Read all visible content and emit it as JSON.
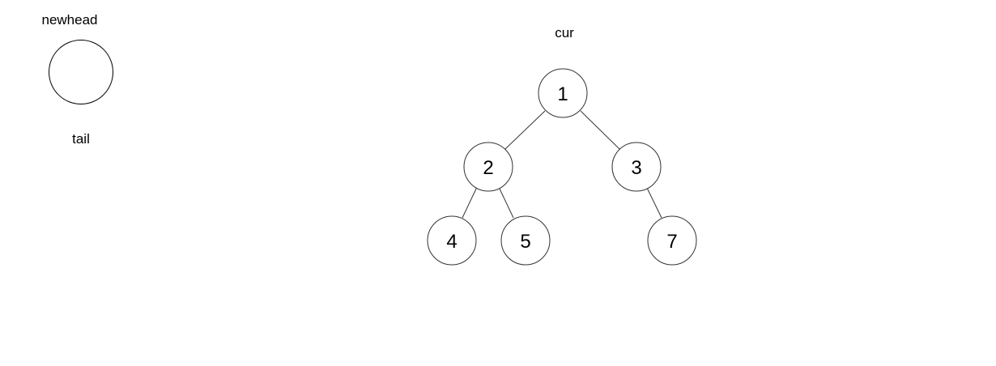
{
  "labels": {
    "newhead": "newhead",
    "tail": "tail",
    "cur": "cur"
  },
  "tree": {
    "nodes": [
      {
        "id": "n1",
        "label": "1"
      },
      {
        "id": "n2",
        "label": "2"
      },
      {
        "id": "n3",
        "label": "3"
      },
      {
        "id": "n4",
        "label": "4"
      },
      {
        "id": "n5",
        "label": "5"
      },
      {
        "id": "n7",
        "label": "7"
      }
    ],
    "edges": [
      {
        "from": "n1",
        "to": "n2"
      },
      {
        "from": "n1",
        "to": "n3"
      },
      {
        "from": "n2",
        "to": "n4"
      },
      {
        "from": "n2",
        "to": "n5"
      },
      {
        "from": "n3",
        "to": "n7"
      }
    ]
  }
}
